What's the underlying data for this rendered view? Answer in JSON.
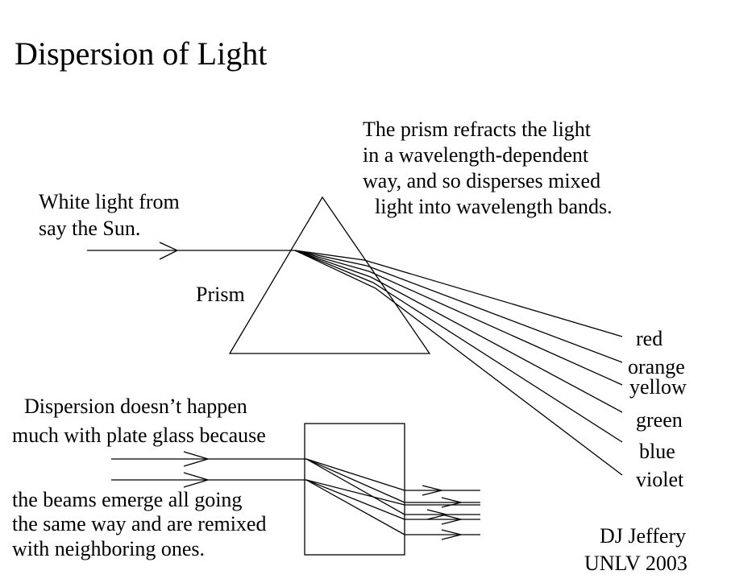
{
  "title": "Dispersion of Light",
  "prism_caption": [
    "The prism refracts the light",
    "in a wavelength-dependent",
    "way, and so disperses mixed",
    "light into wavelength bands."
  ],
  "white_light_label": [
    "White light from",
    "say the Sun."
  ],
  "prism_label": "Prism",
  "colors": [
    "red",
    "orange",
    "yellow",
    "green",
    "blue",
    "violet"
  ],
  "plate_glass_caption_top": [
    "Dispersion doesn’t happen",
    "much with plate glass because"
  ],
  "plate_glass_caption_bottom": [
    "the beams emerge all going",
    "the same way and are remixed",
    "with neighboring ones."
  ],
  "credit": [
    "DJ Jeffery",
    "UNLV 2003"
  ]
}
